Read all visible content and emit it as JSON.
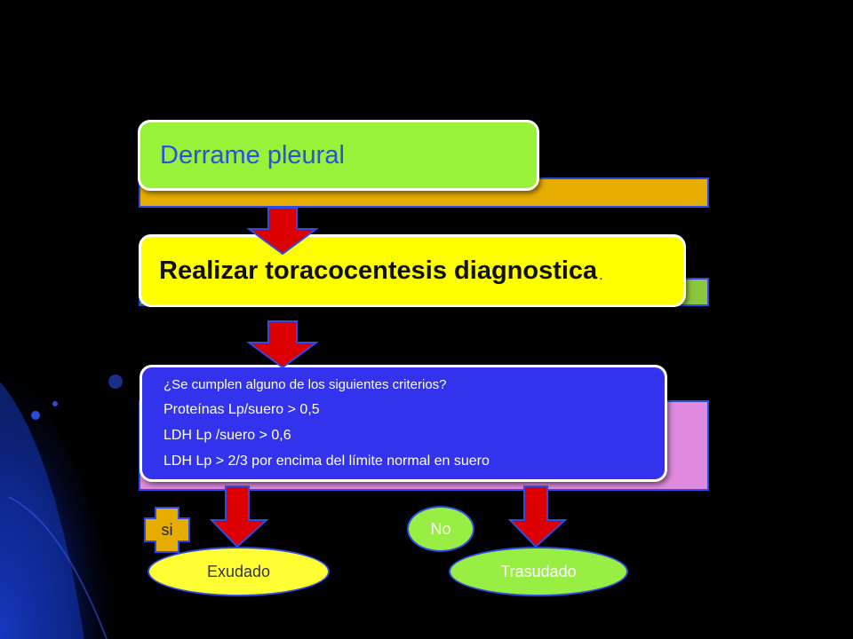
{
  "colors": {
    "background": "#000000",
    "deco_blue": "#1a3fd6",
    "arrow_red": "#dd0000",
    "arrow_border": "#2d4be8"
  },
  "nodes": {
    "derrame": {
      "label": "Derrame pleural"
    },
    "toracocentesis": {
      "label": "Realizar toracocentesis diagnostica",
      "suffix": "."
    },
    "criterios": {
      "question": "¿Se cumplen alguno de los siguientes criterios?",
      "items": [
        "Proteínas Lp/suero > 0,5",
        "LDH Lp /suero > 0,6",
        "LDH Lp > 2/3 por encima del límite normal en suero"
      ]
    },
    "exudado": {
      "label": "Exudado"
    },
    "trasudado": {
      "label": "Trasudado"
    }
  },
  "branches": {
    "si": {
      "label": "si"
    },
    "no": {
      "label": "No"
    }
  }
}
